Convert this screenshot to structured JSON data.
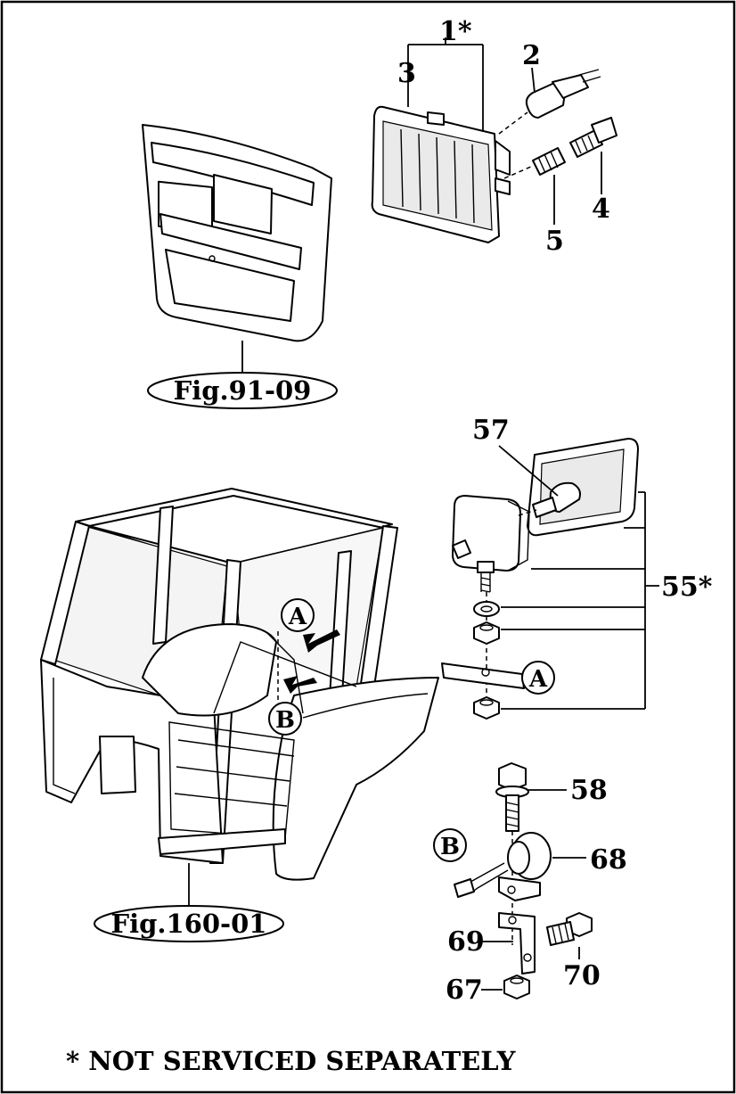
{
  "figures": {
    "grille": "Fig.91-09",
    "cab": "Fig.160-01"
  },
  "callouts": {
    "headlamp_assembly": "1*",
    "bulb": "2",
    "lamp_housing": "3",
    "adjuster_screw": "4",
    "spring": "5",
    "work_lamp_assembly": "55*",
    "work_lamp_bulb": "57",
    "bolt": "58",
    "nut": "67",
    "horn": "68",
    "bracket": "69",
    "bracket_bolt": "70"
  },
  "detail_markers": {
    "a": "A",
    "b": "B"
  },
  "footnote": "* NOT SERVICED SEPARATELY"
}
